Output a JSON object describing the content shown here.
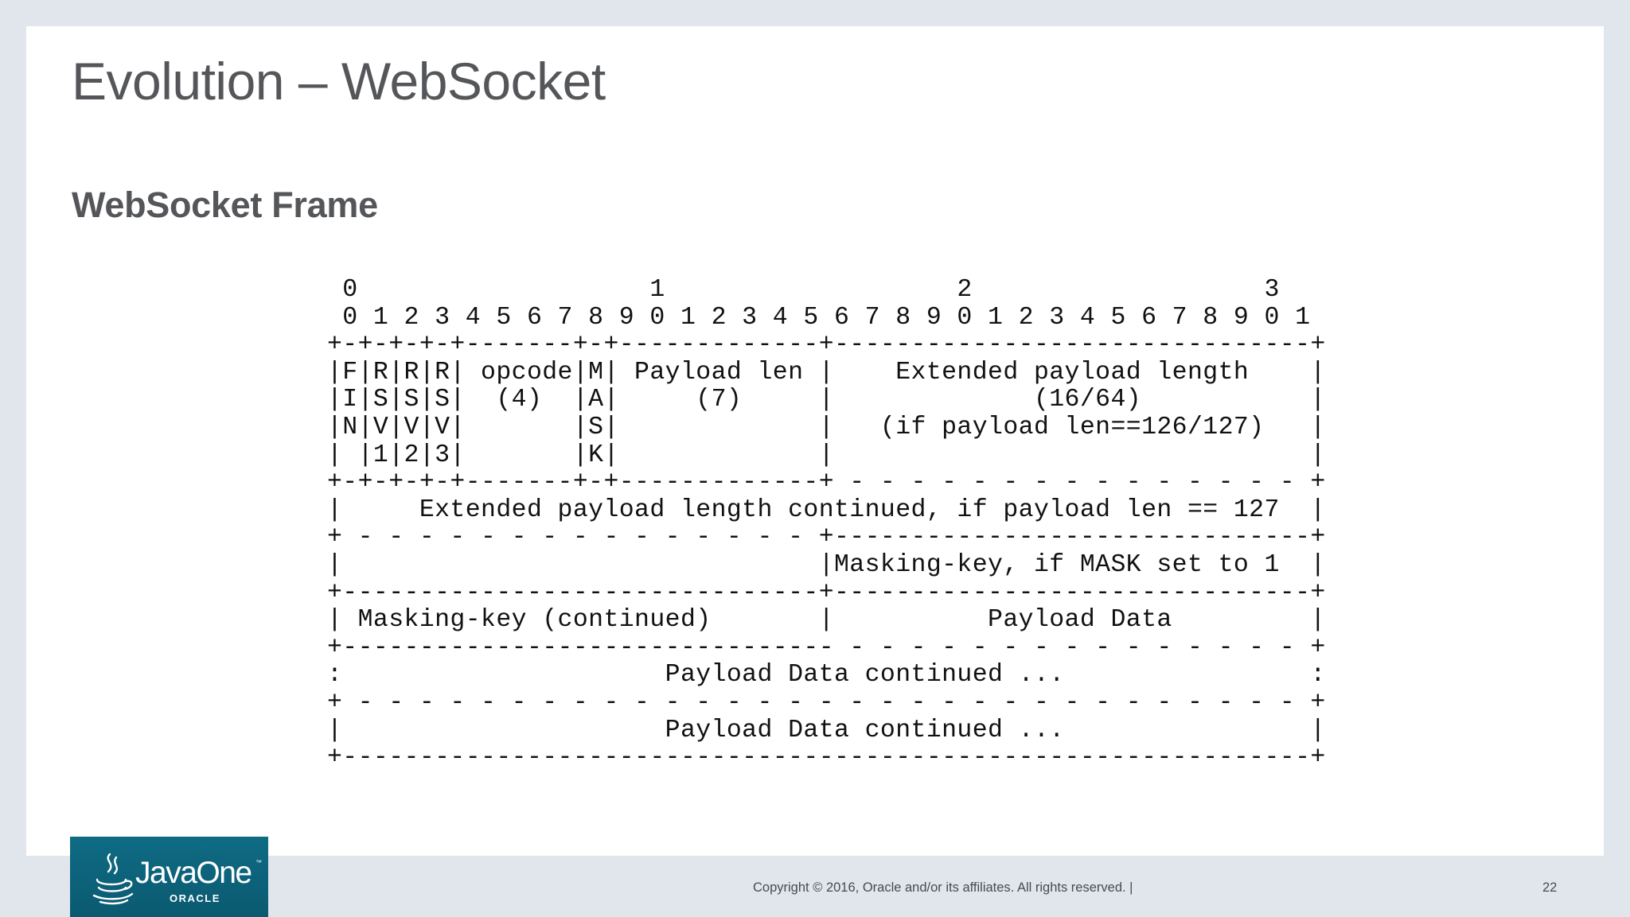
{
  "slide": {
    "title": "Evolution – WebSocket",
    "subtitle": "WebSocket Frame",
    "frame_diagram": " 0                   1                   2                   3\n 0 1 2 3 4 5 6 7 8 9 0 1 2 3 4 5 6 7 8 9 0 1 2 3 4 5 6 7 8 9 0 1\n+-+-+-+-+-------+-+-------------+-------------------------------+\n|F|R|R|R| opcode|M| Payload len |    Extended payload length    |\n|I|S|S|S|  (4)  |A|     (7)     |             (16/64)           |\n|N|V|V|V|       |S|             |   (if payload len==126/127)   |\n| |1|2|3|       |K|             |                               |\n+-+-+-+-+-------+-+-------------+ - - - - - - - - - - - - - - - +\n|     Extended payload length continued, if payload len == 127  |\n+ - - - - - - - - - - - - - - - +-------------------------------+\n|                               |Masking-key, if MASK set to 1  |\n+-------------------------------+-------------------------------+\n| Masking-key (continued)       |          Payload Data         |\n+-------------------------------- - - - - - - - - - - - - - - - +\n:                     Payload Data continued ...                :\n+ - - - - - - - - - - - - - - - - - - - - - - - - - - - - - - - +\n|                     Payload Data continued ...                |\n+---------------------------------------------------------------+"
  },
  "footer": {
    "logo": {
      "name": "JavaOne",
      "trademark": "™",
      "sub": "ORACLE"
    },
    "copyright": "Copyright © 2016, Oracle and/or its affiliates. All rights reserved.  |",
    "page_number": "22"
  },
  "colors": {
    "background": "#e1e6ed",
    "slide": "#ffffff",
    "title_text": "#545659",
    "logo_background": "#0f6b84"
  },
  "icons": {
    "logo_mark": "java-coffee-cup-icon"
  }
}
